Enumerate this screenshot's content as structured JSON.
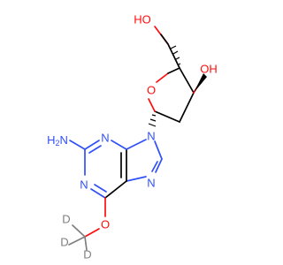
{
  "structure": {
    "labels": {
      "ho_top": "HO",
      "oh_right": "OH",
      "ring_o": "O",
      "h2n": "H2N",
      "n1": "N",
      "n3": "N",
      "n9": "N",
      "n7": "N",
      "o_methoxy": "O",
      "d1": "D",
      "d2": "D",
      "d3": "D"
    },
    "colors": {
      "carbon": "#000000",
      "nitrogen": "#3050f8",
      "oxygen": "#ff0d0d",
      "deuterium": "#7f7f7f"
    }
  }
}
